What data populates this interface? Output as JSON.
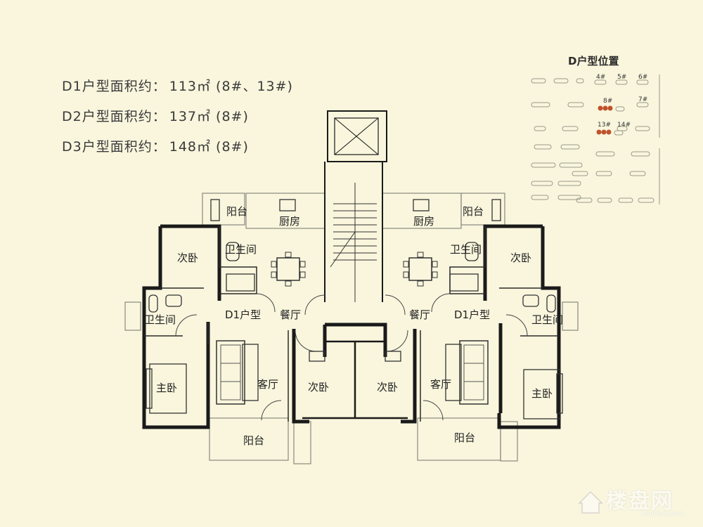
{
  "areas": [
    {
      "label": "D1户型面积约：",
      "value": "113㎡ (8#、13#)"
    },
    {
      "label": "D2户型面积约：",
      "value": "137㎡ (8#)"
    },
    {
      "label": "D3户型面积约：",
      "value": "148㎡ (8#)"
    }
  ],
  "location_map": {
    "title": "D户型位置",
    "buildings": [
      "4#",
      "5#",
      "6#",
      "8#",
      "7#",
      "13#",
      "14#"
    ]
  },
  "rooms": {
    "balcony": "阳台",
    "kitchen": "厨房",
    "bathroom": "卫生间",
    "second_bedroom": "次卧",
    "master_bedroom": "主卧",
    "dining": "餐厅",
    "living": "客厅",
    "unit_type": "D1户型"
  },
  "watermark": {
    "cn": "楼盘网",
    "en": "LouPan.com"
  },
  "colors": {
    "background": "#f9f6dd",
    "wall": "#1a1a1a",
    "highlight": "#c0522b"
  }
}
